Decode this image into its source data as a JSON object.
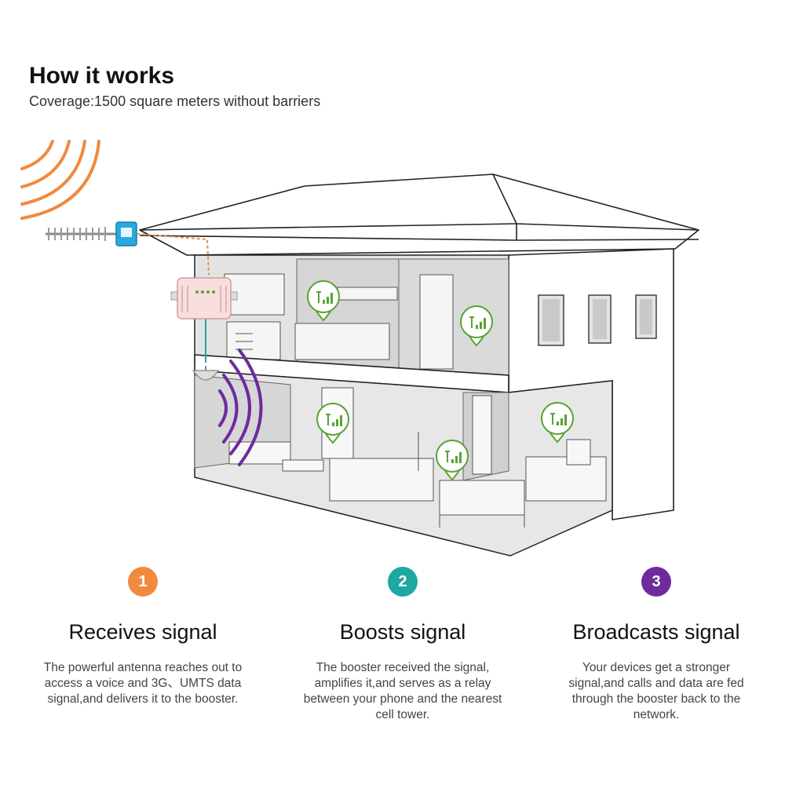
{
  "header": {
    "title": "How it works",
    "subtitle": "Coverage:1500 square meters without barriers"
  },
  "colors": {
    "orange": "#F08A3E",
    "teal": "#1FA7A3",
    "purple": "#6E2B9C",
    "green": "#5AA332",
    "booster_blue": "#27A9E1"
  },
  "icons": [
    "outdoor-antenna-icon",
    "signal-booster-icon",
    "indoor-antenna-icon",
    "signal-bars-pin-icon"
  ],
  "steps": [
    {
      "number": "1",
      "title": "Receives signal",
      "description": "The powerful antenna reaches out to access a voice and 3G、UMTS data signal,and delivers it to the booster.",
      "color": "#F08A3E"
    },
    {
      "number": "2",
      "title": "Boosts signal",
      "description": "The booster received the signal, amplifies it,and serves as a relay between your phone and the nearest cell tower.",
      "color": "#1FA7A3"
    },
    {
      "number": "3",
      "title": "Broadcasts signal",
      "description": "Your devices get a stronger signal,and calls and data are fed through the booster back to the network.",
      "color": "#6E2B9C"
    }
  ]
}
